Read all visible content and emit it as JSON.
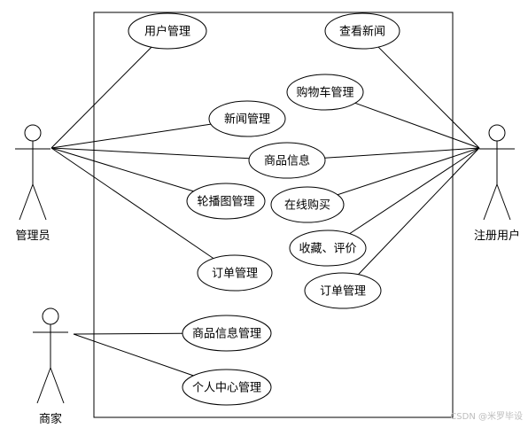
{
  "actors": {
    "admin": "管理员",
    "user": "注册用户",
    "merchant": "商家"
  },
  "use_cases": {
    "user_mgmt": "用户管理",
    "news_mgmt": "新闻管理",
    "product_info": "商品信息",
    "carousel_mgmt": "轮播图管理",
    "order_mgmt_admin": "订单管理",
    "view_news": "查看新闻",
    "cart_mgmt": "购物车管理",
    "online_purchase": "在线购买",
    "favorite_review": "收藏、评价",
    "order_mgmt_user": "订单管理",
    "product_info_mgmt": "商品信息管理",
    "personal_center_mgmt": "个人中心管理"
  },
  "associations": [
    [
      "admin",
      "user_mgmt"
    ],
    [
      "admin",
      "news_mgmt"
    ],
    [
      "admin",
      "product_info"
    ],
    [
      "admin",
      "carousel_mgmt"
    ],
    [
      "admin",
      "order_mgmt_admin"
    ],
    [
      "user",
      "view_news"
    ],
    [
      "user",
      "cart_mgmt"
    ],
    [
      "user",
      "product_info"
    ],
    [
      "user",
      "online_purchase"
    ],
    [
      "user",
      "favorite_review"
    ],
    [
      "user",
      "order_mgmt_user"
    ],
    [
      "merchant",
      "product_info_mgmt"
    ],
    [
      "merchant",
      "personal_center_mgmt"
    ]
  ],
  "watermark": "CSDN @米罗毕设"
}
